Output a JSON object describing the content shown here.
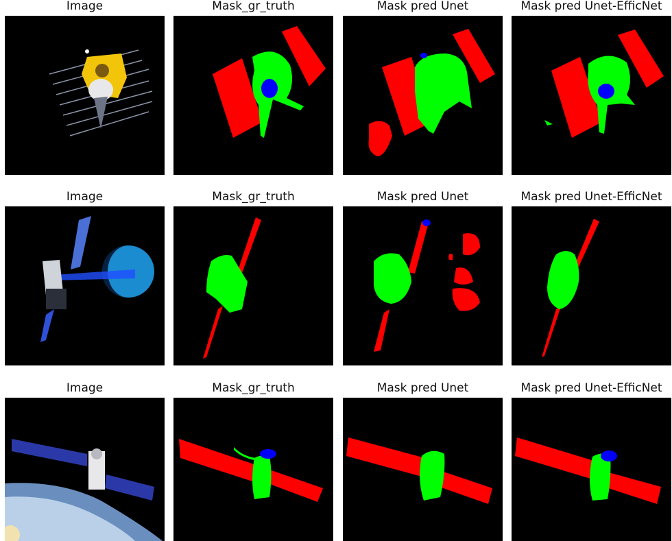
{
  "rows": [
    {
      "titles": [
        "Image",
        "Mask_gr_truth",
        "Mask pred Unet",
        "Mask pred Unet-EfficNet"
      ]
    },
    {
      "titles": [
        "Image",
        "Mask_gr_truth",
        "Mask pred Unet",
        "Mask pred Unet-EfficNet"
      ]
    },
    {
      "titles": [
        "Image",
        "Mask_gr_truth",
        "Mask pred Unet",
        "Mask pred Unet-EfficNet"
      ]
    }
  ],
  "colors": {
    "background": "#000000",
    "panel_class": "#ff0000",
    "body_class": "#00ff00",
    "antenna_class": "#0000ff"
  }
}
